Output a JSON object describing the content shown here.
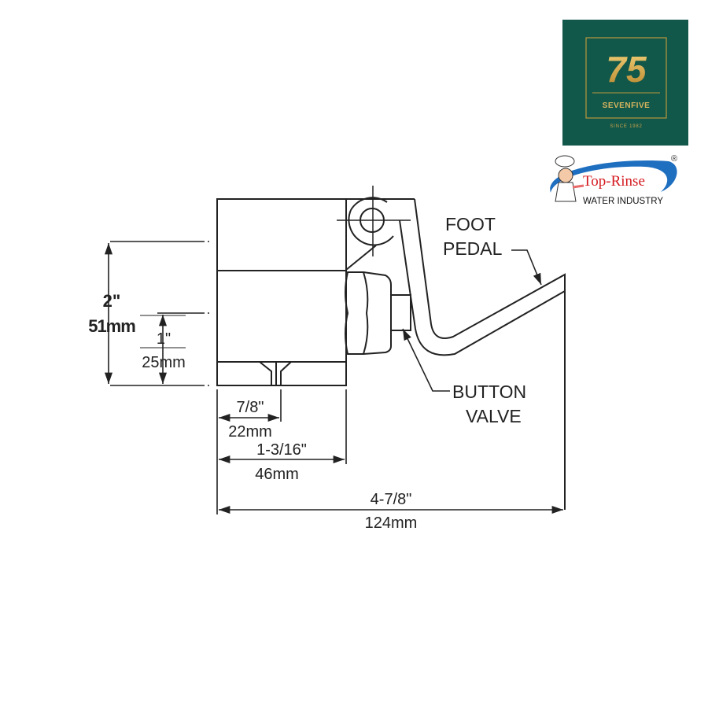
{
  "logos": {
    "sevenfive": {
      "number": "75",
      "name": "SEVENFIVE",
      "since": "SINCE 1982",
      "bg_color": "#11584a",
      "gold_color": "#c9a24a"
    },
    "toprinse": {
      "name": "Top-Rinse",
      "subtitle": "WATER INDUSTRY",
      "registered": "®",
      "red_color": "#d4191f",
      "blue_color": "#1f6fc0"
    }
  },
  "diagram": {
    "callouts": {
      "foot_pedal_line1": "FOOT",
      "foot_pedal_line2": "PEDAL",
      "button_valve_line1": "BUTTON",
      "button_valve_line2": "VALVE"
    },
    "dimensions": {
      "height_total_in": "2\"",
      "height_total_mm": "51mm",
      "height_half_in": "1\"",
      "height_half_mm": "25mm",
      "width_a_in": "7/8\"",
      "width_a_mm": "22mm",
      "width_b_in": "1-3/16\"",
      "width_b_mm": "46mm",
      "width_total_in": "4-7/8\"",
      "width_total_mm": "124mm"
    }
  }
}
